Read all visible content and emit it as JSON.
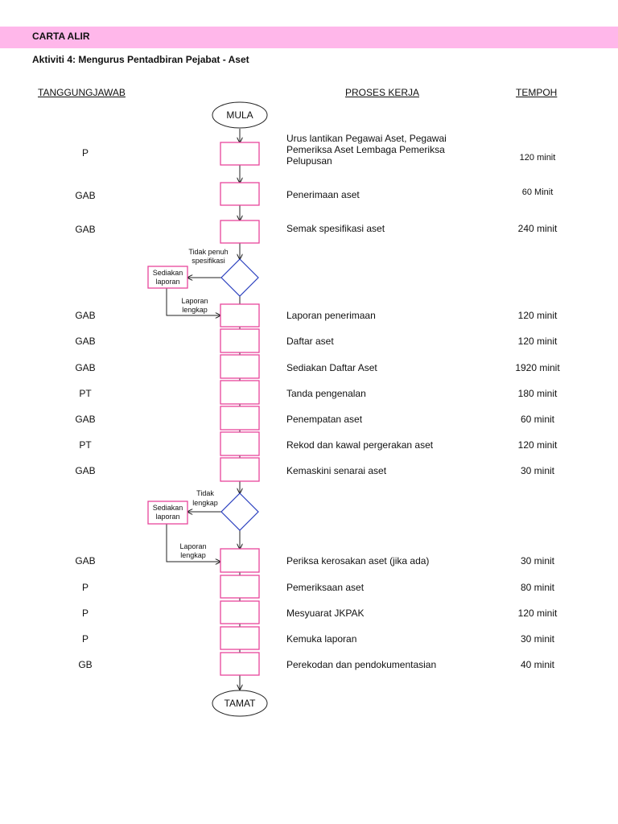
{
  "header": {
    "title": "CARTA ALIR",
    "subtitle": "Aktiviti 4: Mengurus Pentadbiran Pejabat - Aset"
  },
  "columns": {
    "responsibility": "TANGGUNGJAWAB",
    "process": "PROSES KERJA",
    "duration": "TEMPOH"
  },
  "terminals": {
    "start": "MULA",
    "end": "TAMAT"
  },
  "steps": [
    {
      "resp": "P",
      "process": "Urus  lantikan Pegawai Aset,  Pegawai Pemeriksa Aset Lembaga Pemeriksa Pelupusan",
      "time": "120 minit"
    },
    {
      "resp": "GAB",
      "process": "Penerimaan aset",
      "time": "60 Minit"
    },
    {
      "resp": "GAB",
      "process": "Semak spesifikasi aset",
      "time": "240 minit"
    },
    {
      "resp": "GAB",
      "process": "Laporan penerimaan",
      "time": "120 minit"
    },
    {
      "resp": "GAB",
      "process": "Daftar aset",
      "time": "120 minit"
    },
    {
      "resp": "GAB",
      "process": "Sediakan Daftar Aset",
      "time": "1920 minit"
    },
    {
      "resp": "PT",
      "process": "Tanda pengenalan",
      "time": "180 minit"
    },
    {
      "resp": "GAB",
      "process": "Penempatan aset",
      "time": "60 minit"
    },
    {
      "resp": "PT",
      "process": "Rekod dan kawal pergerakan aset",
      "time": "120 minit"
    },
    {
      "resp": "GAB",
      "process": "Kemaskini senarai aset",
      "time": "30 minit"
    },
    {
      "resp": "GAB",
      "process": "Periksa kerosakan aset (jika ada)",
      "time": "30 minit"
    },
    {
      "resp": "P",
      "process": "Pemeriksaan aset",
      "time": "80 minit"
    },
    {
      "resp": "P",
      "process": "Mesyuarat JKPAK",
      "time": "120 minit"
    },
    {
      "resp": "P",
      "process": "Kemuka laporan",
      "time": "30 minit"
    },
    {
      "resp": "GB",
      "process": "Perekodan dan pendokumentasian",
      "time": "40 minit"
    }
  ],
  "decisions": [
    {
      "fail_label_1": "Tidak penuh",
      "fail_label_2": "spesifikasi",
      "side_box_1": "Sediakan",
      "side_box_2": "laporan",
      "return_label_1": "Laporan",
      "return_label_2": "lengkap"
    },
    {
      "fail_label_1": "Tidak",
      "fail_label_2": "lengkap",
      "side_box_1": "Sediakan",
      "side_box_2": "laporan",
      "return_label_1": "Laporan",
      "return_label_2": "lengkap"
    }
  ],
  "colors": {
    "title_bar": "#ffb7ea",
    "process_box": "#e8459c",
    "decision": "#2a3fbf",
    "line": "#222222"
  }
}
